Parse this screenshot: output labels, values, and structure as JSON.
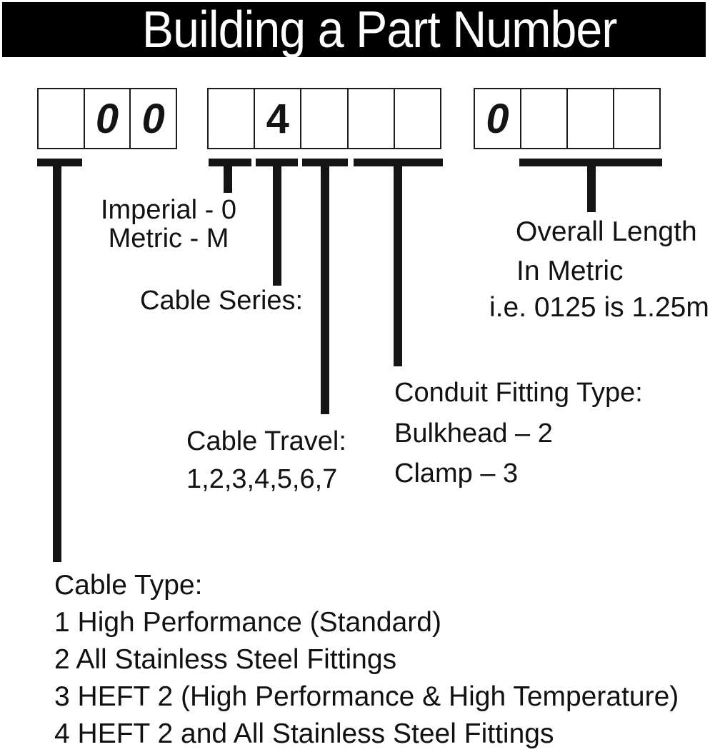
{
  "title": "Building a Part Number",
  "boxes": {
    "group1": {
      "cells": [
        "",
        "0",
        "0"
      ]
    },
    "group2": {
      "cells": [
        "",
        "4",
        "",
        "",
        ""
      ]
    },
    "group3": {
      "cells": [
        "0",
        "",
        "",
        ""
      ]
    }
  },
  "labels": {
    "unit_line1": "Imperial - 0",
    "unit_line2": "Metric - M",
    "cable_series": "Cable Series:",
    "overall_length_line1": "Overall Length",
    "overall_length_line2": "In Metric",
    "overall_length_line3": "i.e. 0125 is 1.25m",
    "cable_travel_line1": "Cable Travel:",
    "cable_travel_line2": "1,2,3,4,5,6,7",
    "conduit_line1": "Conduit Fitting Type:",
    "conduit_line2": "Bulkhead – 2",
    "conduit_line3": "Clamp – 3",
    "cable_type_heading": "Cable Type:",
    "cable_type_items": [
      "1 High Performance (Standard)",
      "2 All Stainless Steel Fittings",
      "3 HEFT 2 (High Performance & High Temperature)",
      "4 HEFT 2 and All Stainless Steel Fittings"
    ]
  },
  "colors": {
    "banner_bg": "#000000",
    "banner_text": "#ffffff",
    "ink": "#141414"
  }
}
